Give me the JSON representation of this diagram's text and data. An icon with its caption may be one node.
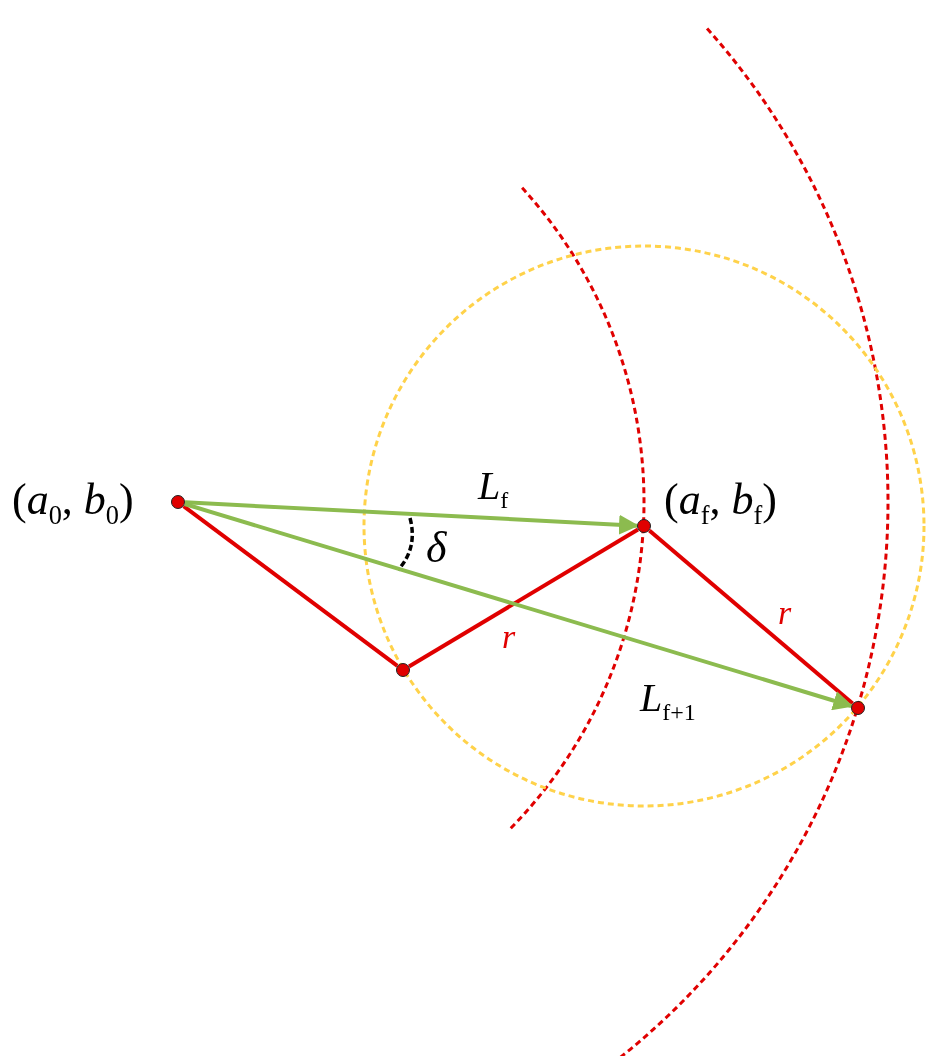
{
  "diagram": {
    "nodes": [
      {
        "text": [],
        "shape": "circle",
        "beside": [
          "(*a*$_{0}$, *b*$_{0}$)"
        ]
      },
      {
        "text": [],
        "shape": "circle"
      },
      {
        "text": [],
        "shape": "circle",
        "beside": [
          "(*a*$_{f}$, *b*$_{f}$)"
        ]
      },
      {
        "text": [],
        "shape": "circle"
      }
    ],
    "edges": [
      {
        "from": 0,
        "to": 1,
        "arrow": "none"
      },
      {
        "from": 1,
        "to": 2,
        "arrow": "none",
        "label": "*r*"
      },
      {
        "from": 2,
        "to": 3,
        "arrow": "none",
        "label": "*r*"
      },
      {
        "from": 0,
        "to": 2,
        "arrow": "to",
        "label": "*L*$_{f}$",
        "color": "#8cbb4f"
      },
      {
        "from": 0,
        "to": 3,
        "arrow": "to",
        "label": "*L*$_{f+1}$",
        "color": "#8cbb4f"
      }
    ],
    "labels": [
      "δ"
    ]
  }
}
